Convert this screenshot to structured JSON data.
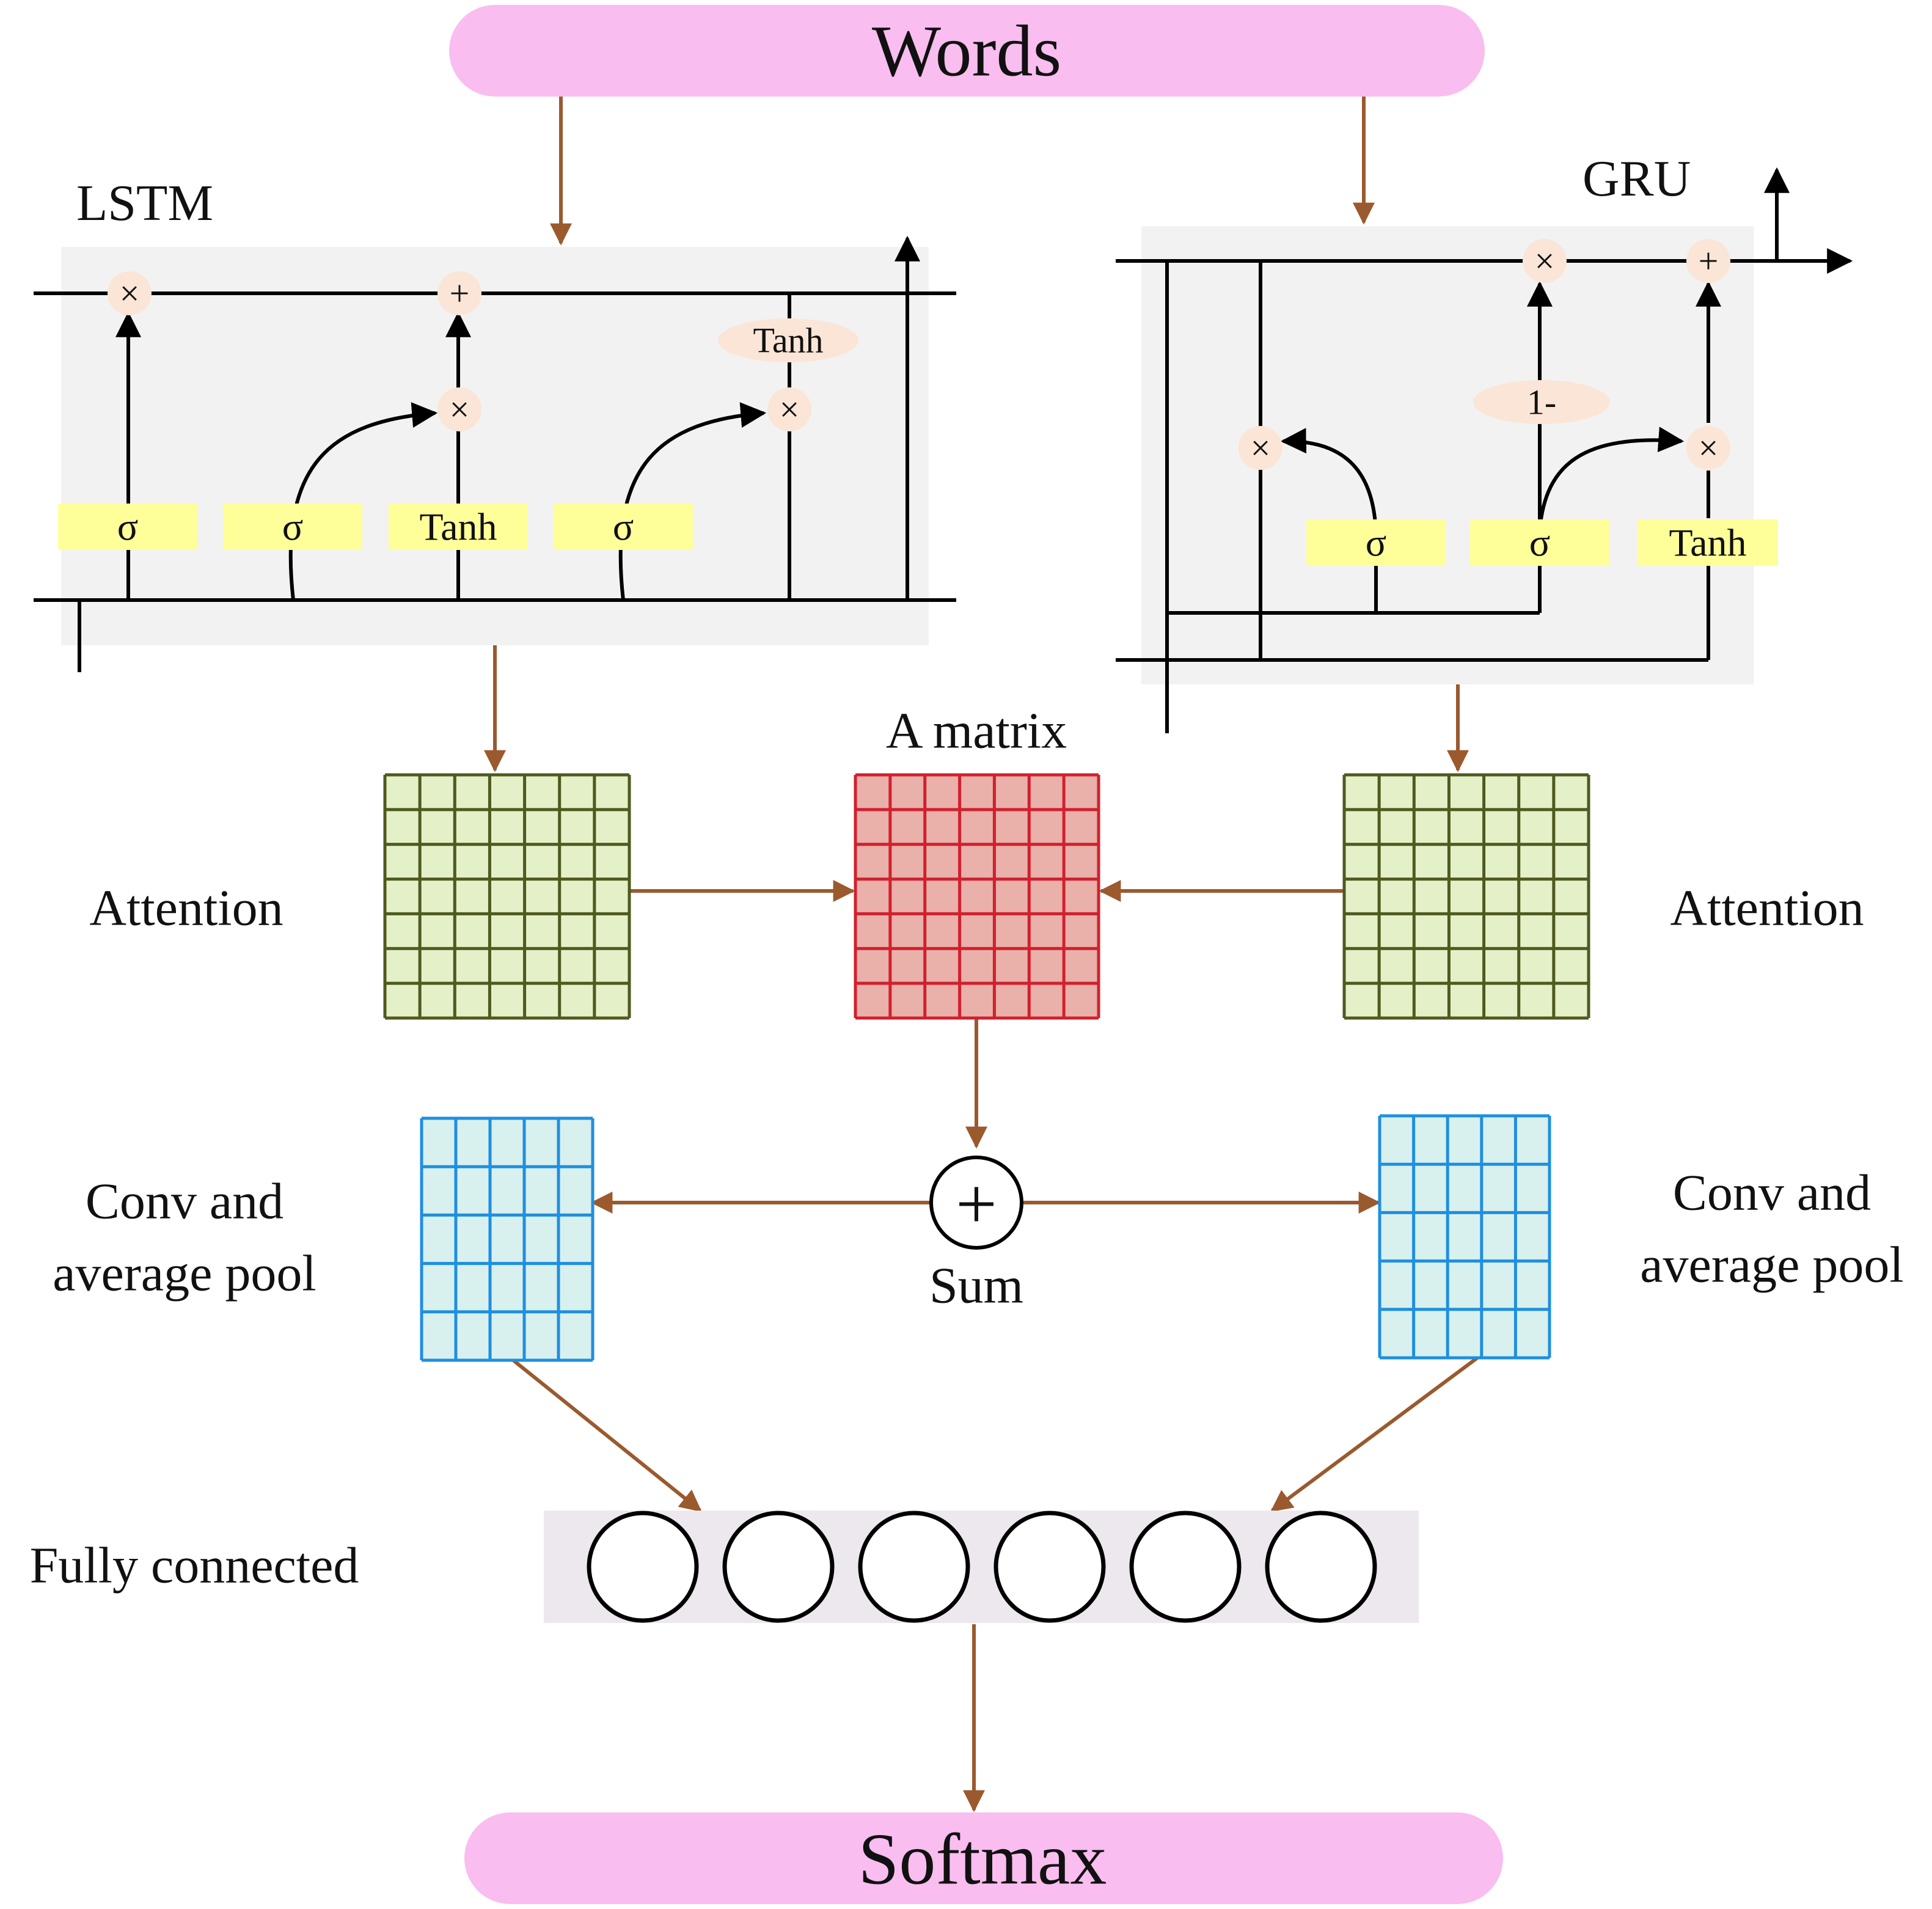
{
  "input": {
    "label": "Words"
  },
  "output": {
    "label": "Softmax"
  },
  "lstm": {
    "title": "LSTM",
    "gates": [
      "σ",
      "σ",
      "Tanh",
      "σ"
    ],
    "ops": [
      "×",
      "+",
      "×",
      "×"
    ],
    "output_tanh": "Tanh"
  },
  "gru": {
    "title": "GRU",
    "gates": [
      "σ",
      "σ",
      "Tanh"
    ],
    "ops": [
      "×",
      "+",
      "×",
      "×"
    ],
    "one_minus": "1-"
  },
  "attention": {
    "left_label": "Attention",
    "right_label": "Attention",
    "matrix_label": "A matrix"
  },
  "sum": {
    "symbol": "+",
    "label": "Sum"
  },
  "conv": {
    "left_line1": "Conv and",
    "left_line2": "average pool",
    "right_line1": "Conv and",
    "right_line2": "average pool"
  },
  "fully_connected": {
    "label": "Fully connected",
    "neuron_count": 6
  },
  "colors": {
    "pill": "#f9bdf0",
    "panel": "#f2f2f2",
    "gate": "#ffff9a",
    "op": "#fbe5d6",
    "arrow": "#9a5a2e",
    "attention_fill": "#e4f0c8",
    "attention_grid": "#4f5a1e",
    "matrix_fill": "#eab0aa",
    "matrix_grid": "#d0202e",
    "conv_fill": "#d8f0ee",
    "conv_grid": "#1f8fe0",
    "fc_panel": "#ece8ee"
  }
}
